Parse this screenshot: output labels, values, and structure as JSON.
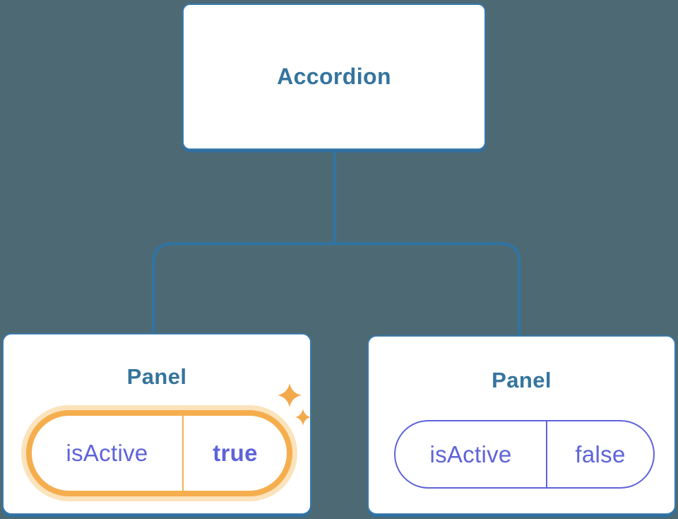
{
  "diagram": {
    "type": "component-tree",
    "root": {
      "label": "Accordion"
    },
    "children": [
      {
        "label": "Panel",
        "state": {
          "name": "isActive",
          "value": "true"
        },
        "highlighted": true,
        "icon": "sparkles-icon"
      },
      {
        "label": "Panel",
        "state": {
          "name": "isActive",
          "value": "false"
        },
        "highlighted": false
      }
    ]
  },
  "colors": {
    "background": "#4D6A74",
    "node_fill": "#FFFFFF",
    "node_border": "#3879AC",
    "node_shadow": "#31709E",
    "connector": "#2F74A3",
    "title_text": "#35749E",
    "state_purple": "#5E63DA",
    "highlight_gold": "#F5AE4E",
    "highlight_halo": "#FBE3BC",
    "sparkle_gold": "#F2A94C"
  }
}
